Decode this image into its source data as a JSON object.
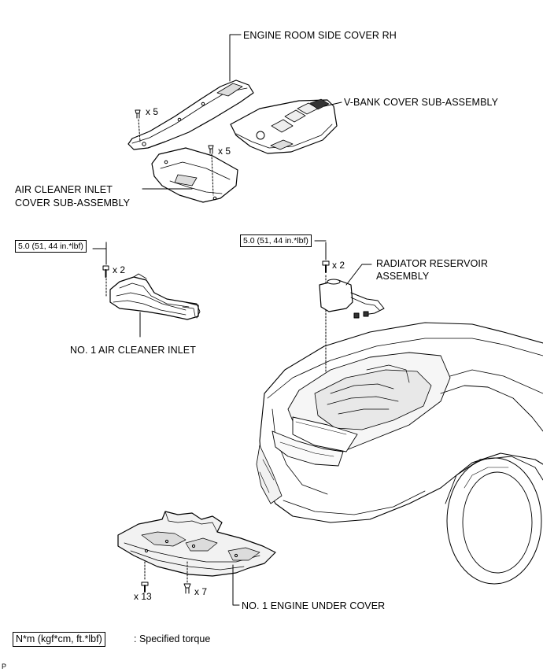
{
  "labels": {
    "engine_room_side_cover": "ENGINE ROOM SIDE COVER RH",
    "v_bank_cover": "V-BANK COVER SUB-ASSEMBLY",
    "air_cleaner_inlet_cover_line1": "AIR CLEANER INLET",
    "air_cleaner_inlet_cover_line2": "COVER SUB-ASSEMBLY",
    "no1_air_cleaner_inlet": "NO. 1 AIR CLEANER INLET",
    "radiator_reservoir_line1": "RADIATOR RESERVOIR",
    "radiator_reservoir_line2": "ASSEMBLY",
    "no1_engine_under_cover": "NO. 1 ENGINE UNDER COVER"
  },
  "torque": {
    "air_cleaner_inlet": "5.0 (51, 44 in.*lbf)",
    "radiator_reservoir": "5.0 (51, 44 in.*lbf)"
  },
  "quantities": {
    "side_cover_clips": "x 5",
    "inlet_cover_clips": "x 5",
    "air_inlet_bolts": "x 2",
    "reservoir_bolts": "x 2",
    "under_cover_screws": "x 13",
    "under_cover_clips": "x 7"
  },
  "legend": {
    "unit": "N*m (kgf*cm, ft.*lbf)",
    "description": ": Specified torque"
  },
  "corner_mark": "P"
}
